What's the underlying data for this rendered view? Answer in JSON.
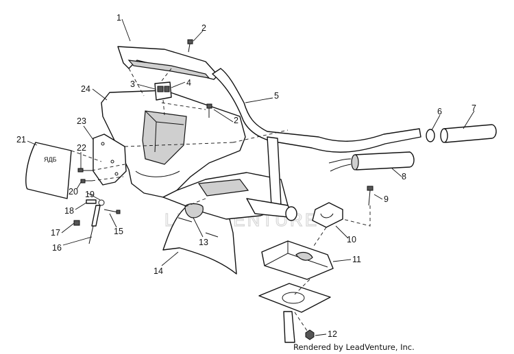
{
  "diagram": {
    "callouts": [
      {
        "id": "c1",
        "text": "1"
      },
      {
        "id": "c2a",
        "text": "2"
      },
      {
        "id": "c2b",
        "text": "2"
      },
      {
        "id": "c3",
        "text": "3"
      },
      {
        "id": "c4",
        "text": "4"
      },
      {
        "id": "c5",
        "text": "5"
      },
      {
        "id": "c6",
        "text": "6"
      },
      {
        "id": "c7",
        "text": "7"
      },
      {
        "id": "c8",
        "text": "8"
      },
      {
        "id": "c9",
        "text": "9"
      },
      {
        "id": "c10",
        "text": "10"
      },
      {
        "id": "c11",
        "text": "11"
      },
      {
        "id": "c12",
        "text": "12"
      },
      {
        "id": "c13",
        "text": "13"
      },
      {
        "id": "c14",
        "text": "14"
      },
      {
        "id": "c15",
        "text": "15"
      },
      {
        "id": "c16",
        "text": "16"
      },
      {
        "id": "c17",
        "text": "17"
      },
      {
        "id": "c18",
        "text": "18"
      },
      {
        "id": "c19",
        "text": "19"
      },
      {
        "id": "c20",
        "text": "20"
      },
      {
        "id": "c21",
        "text": "21"
      },
      {
        "id": "c22",
        "text": "22"
      },
      {
        "id": "c23",
        "text": "23"
      },
      {
        "id": "c24",
        "text": "24"
      }
    ],
    "plate_marking": "ЯДБ",
    "watermark": "LEADVENTURE",
    "credit": "Rendered by LeadVenture, Inc."
  }
}
